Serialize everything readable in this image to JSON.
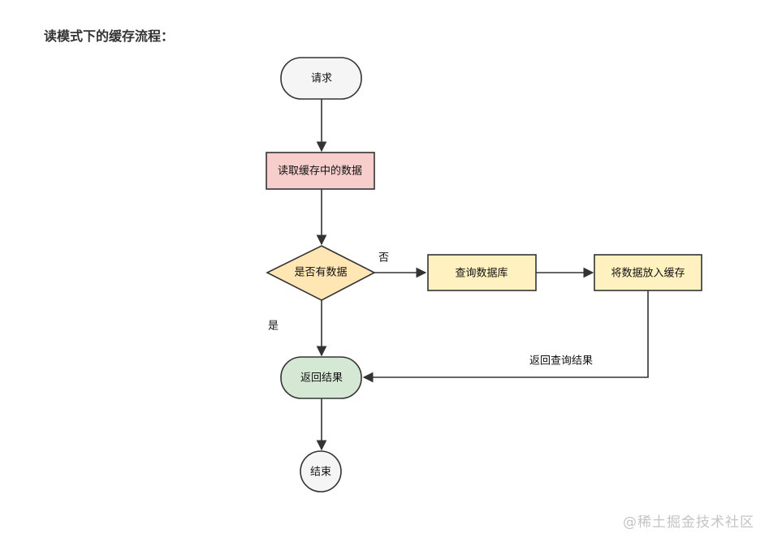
{
  "heading": "读模式下的缓存流程：",
  "nodes": {
    "request": "请求",
    "read_cache": "读取缓存中的数据",
    "has_data": "是否有数据",
    "query_db": "查询数据库",
    "put_cache": "将数据放入缓存",
    "return_result": "返回结果",
    "end": "结束"
  },
  "edges": {
    "no": "否",
    "yes": "是",
    "return_query": "返回查询结果"
  },
  "colors": {
    "start_end_fill": "#f5f5f5",
    "read_cache_fill": "#f8cecc",
    "decision_fill": "#ffe6b3",
    "process_fill": "#fff2c0",
    "result_fill": "#d5e8d4",
    "stroke": "#333333"
  },
  "watermark": "@稀土掘金技术社区"
}
